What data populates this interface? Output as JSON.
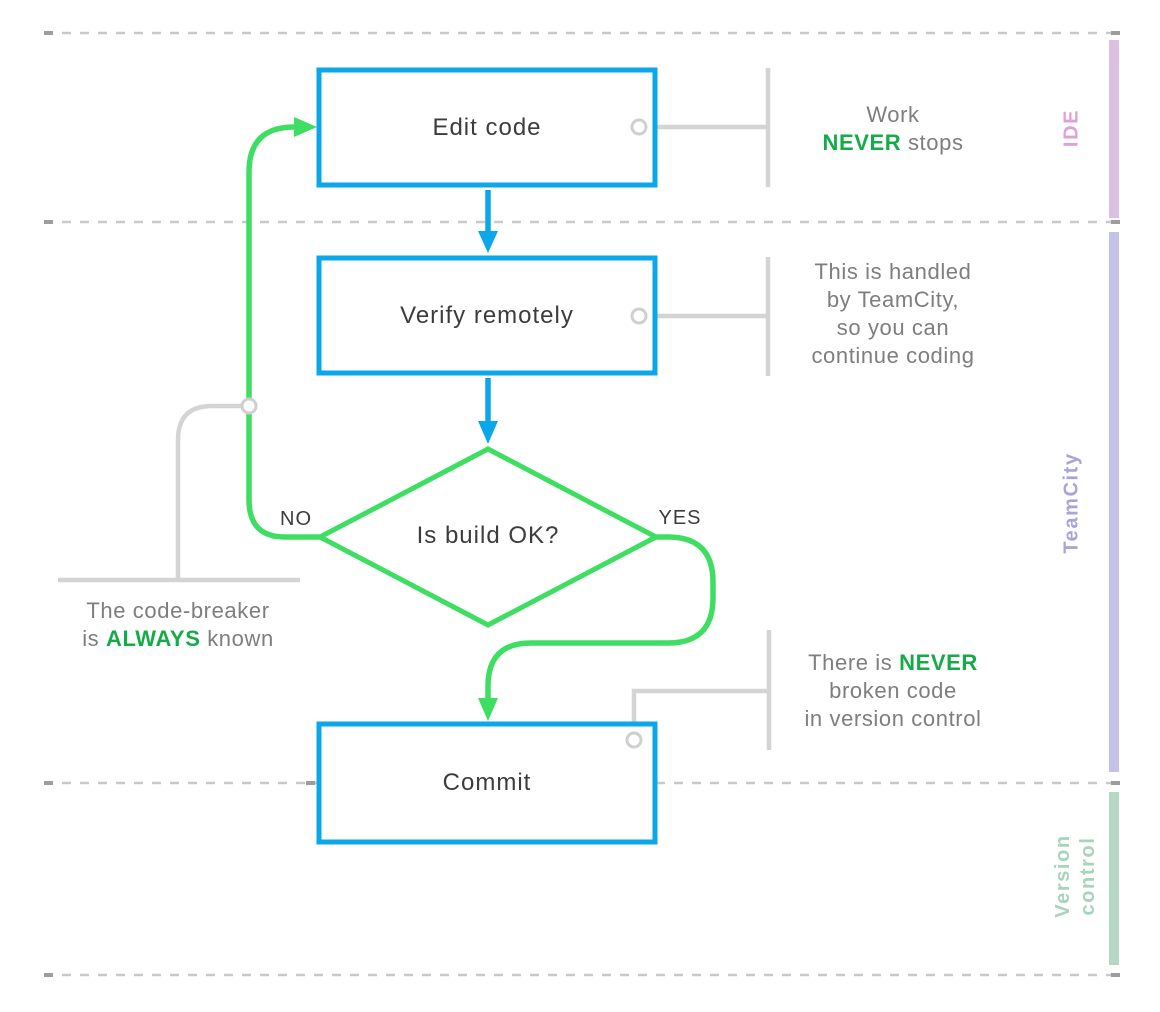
{
  "diagram": {
    "nodes": {
      "edit_code": {
        "label": "Edit code"
      },
      "verify": {
        "label": "Verify remotely"
      },
      "decision": {
        "label": "Is build OK?"
      },
      "commit": {
        "label": "Commit"
      }
    },
    "branches": {
      "no": "NO",
      "yes": "YES"
    },
    "annotations": {
      "work_never_stops": {
        "line1": "Work",
        "line2_highlight": "NEVER",
        "line2_rest": " stops"
      },
      "handled_by_teamcity": {
        "line1": "This is handled",
        "line2": "by TeamCity,",
        "line3": "so you can",
        "line4": "continue coding"
      },
      "never_broken_code": {
        "line1_pre": "There is ",
        "line1_highlight": "NEVER",
        "line2": "broken code",
        "line3": "in version control"
      },
      "code_breaker": {
        "line1": "The code-breaker",
        "line2_pre": "is ",
        "line2_highlight": "ALWAYS",
        "line2_post": " known"
      }
    },
    "lanes": {
      "ide": {
        "label": "IDE",
        "bar_color": "#dcc0e4",
        "text_color": "#df9fd8"
      },
      "teamcity": {
        "label": "TeamCity",
        "bar_color": "#c5c2e9",
        "text_color": "#a8a4da"
      },
      "version_control": {
        "label_line1": "Version",
        "label_line2": "control",
        "bar_color": "#b3d9c5",
        "text_color": "#a6d4bc"
      }
    },
    "colors": {
      "flow_blue": "#0ba7e9",
      "flow_green": "#3ede62",
      "highlight_green": "#16ab49",
      "node_text": "#3c3c3c",
      "annotation_text": "#7e7e7e",
      "connector_gray": "#d4d4d4",
      "dashed_line": "#c9c9c9",
      "background": "#ffffff"
    }
  }
}
